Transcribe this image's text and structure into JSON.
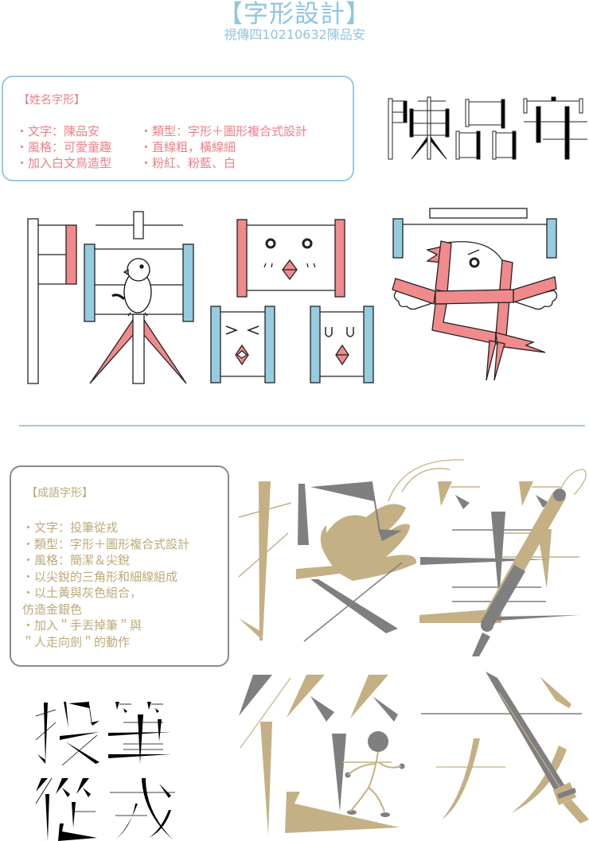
{
  "header": {
    "title": "【字形設計】",
    "subtitle": "視傳四10210632陳品安"
  },
  "colors": {
    "accent_blue": "#96CCE0",
    "accent_pink": "#F08A8C",
    "gold": "#C4B084",
    "gray": "#7F7F7F",
    "name_text": "#EE7F86",
    "idiom_text": "#BCA977"
  },
  "name_section": {
    "heading": "【姓名字形】",
    "left_items": [
      "・文字：陳品安",
      "・風格：可愛童趣",
      "・加入白文鳥造型"
    ],
    "right_items": [
      "・類型：字形＋圖形複合式設計",
      "・直線粗，橫線細",
      "・粉紅、粉藍、白"
    ],
    "characters": [
      "陳",
      "品",
      "安"
    ],
    "illustration": "white-java-sparrow"
  },
  "idiom_section": {
    "heading": "【成語字形】",
    "items": [
      "・文字：投筆從戎",
      "・類型：字形＋圖形複合式設計",
      "・風格：簡潔＆尖銳",
      "・以尖銳的三角形和細線組成",
      "・以土黃與灰色組合，",
      "  仿造金銀色",
      "・加入＂手丟掉筆＂與",
      "＂人走向劍＂的動作"
    ],
    "characters": [
      "投",
      "筆",
      "從",
      "戎"
    ],
    "illustrations": [
      "hand-throwing-brush",
      "calligraphy-brush",
      "walking-figure",
      "sword"
    ]
  }
}
